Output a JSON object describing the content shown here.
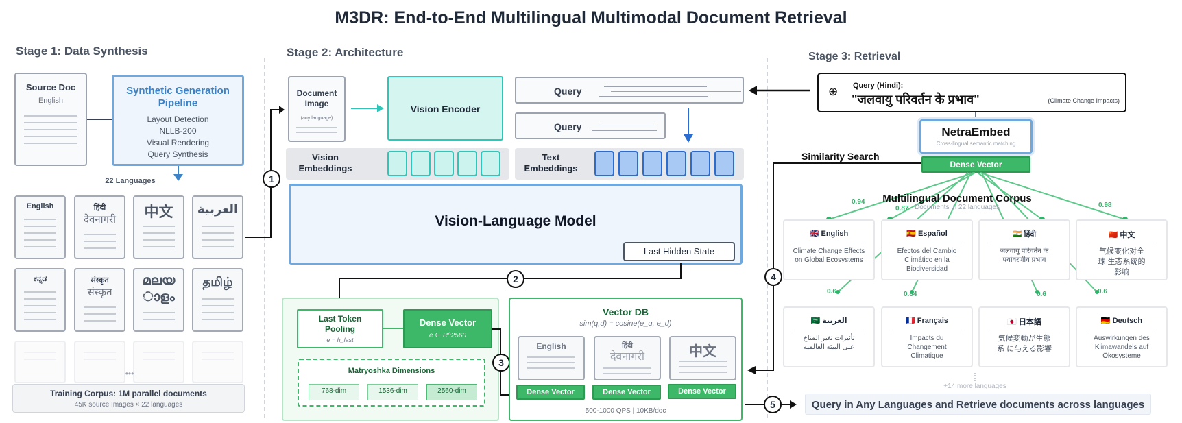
{
  "title": "M3DR: End-to-End Multilingual Multimodal Document Retrieval",
  "stage1": {
    "title": "Stage 1: Data Synthesis",
    "source_doc": {
      "title": "Source Doc",
      "subtitle": "English"
    },
    "pipeline": {
      "title_line1": "Synthetic Generation",
      "title_line2": "Pipeline",
      "steps": [
        "Layout Detection",
        "NLLB-200",
        "Visual Rendering",
        "Query Synthesis"
      ]
    },
    "languages_label": "22 Languages",
    "lang_cards": [
      "English",
      "हिंदी",
      "中文",
      "العربية",
      "ಕನ್ನಡ",
      "संस्कृत",
      "മലയ",
      "தமிழ்"
    ],
    "lang_script": {
      "hindi": "देवनागरी",
      "sanskrit": "संस्कृत",
      "malayalam_2": "ാളം"
    },
    "ellipsis": "•••",
    "corpus": {
      "title": "Training Corpus: 1M parallel documents",
      "subtitle": "45K source Images × 22 languages"
    }
  },
  "stage2": {
    "title": "Stage 2: Architecture",
    "doc_image": {
      "line1": "Document",
      "line2": "Image",
      "note": "(any language)"
    },
    "vision_encoder": "Vision Encoder",
    "query_labels": [
      "Query",
      "Query"
    ],
    "vision_embeddings": {
      "line1": "Vision",
      "line2": "Embeddings"
    },
    "text_embeddings": {
      "line1": "Text",
      "line2": "Embeddings"
    },
    "vlm": "Vision-Language Model",
    "last_hidden_state": "Last Hidden State",
    "pooling": {
      "line1": "Last Token",
      "line2": "Pooling",
      "formula": "e = h_last"
    },
    "dense_vector": {
      "label": "Dense Vector",
      "formula": "e ∈ R^2560"
    },
    "matryoshka": {
      "title": "Matryoshka Dimensions",
      "dims": [
        "768-dim",
        "1536-dim",
        "2560-dim"
      ]
    },
    "vector_db": {
      "title": "Vector DB",
      "formula": "sim(q,d) = cosine(e_q, e_d)",
      "stats": "500-1000 QPS | 10KB/doc",
      "docs": [
        "English",
        "हिंदी",
        "中文"
      ],
      "hindi_script": "देवनागरी",
      "dense_labels": [
        "Dense Vector",
        "Dense Vector",
        "Dense Vector"
      ]
    }
  },
  "stage3": {
    "title": "Stage 3: Retrieval",
    "query_label": "Query (Hindi):",
    "query_text": "\"जलवायु परिवर्तन के प्रभाव\"",
    "query_translation": "(Climate Change Impacts)",
    "query_icon": "⊕",
    "model_name": "NetraEmbed",
    "model_sub": "Cross-lingual semantic matching",
    "dense_vector": "Dense Vector",
    "similarity_search": "Similarity Search",
    "corpus_title": "Multilingual Document Corpus",
    "corpus_sub": "Documents in 22 languages",
    "scores": [
      "0.94",
      "0.87",
      "0.98",
      "0.6",
      "0.84",
      "0.6",
      "0.6"
    ],
    "cards": [
      {
        "name": "🇬🇧 English",
        "text": "Climate Change Effects on Global Ecosystems"
      },
      {
        "name": "🇪🇸 Español",
        "text": "Efectos del Cambio Climático en la Biodiversidad"
      },
      {
        "name": "🇮🇳 हिंदी",
        "text": "जलवायु परिवर्तन के पर्यावरणीय प्रभाव"
      },
      {
        "name": "🇨🇳 中文",
        "text": "气候变化对全球 生态系统的影响"
      },
      {
        "name": "🇸🇦 العربية",
        "text": "تأثيرات تغير المناخ على البيئة العالمية"
      },
      {
        "name": "🇫🇷 Français",
        "text": "Impacts du Changement Climatique"
      },
      {
        "name": "🇯🇵 日本語",
        "text": "気候変動が生態系 に与える影響"
      },
      {
        "name": "🇩🇪 Deutsch",
        "text": "Auswirkungen des Klimawandels auf Ökosysteme"
      }
    ],
    "more_languages": "+14 more languages",
    "final_banner": "Query in Any Languages and Retrieve documents across languages"
  },
  "steps": [
    "1",
    "2",
    "3",
    "4",
    "5"
  ]
}
